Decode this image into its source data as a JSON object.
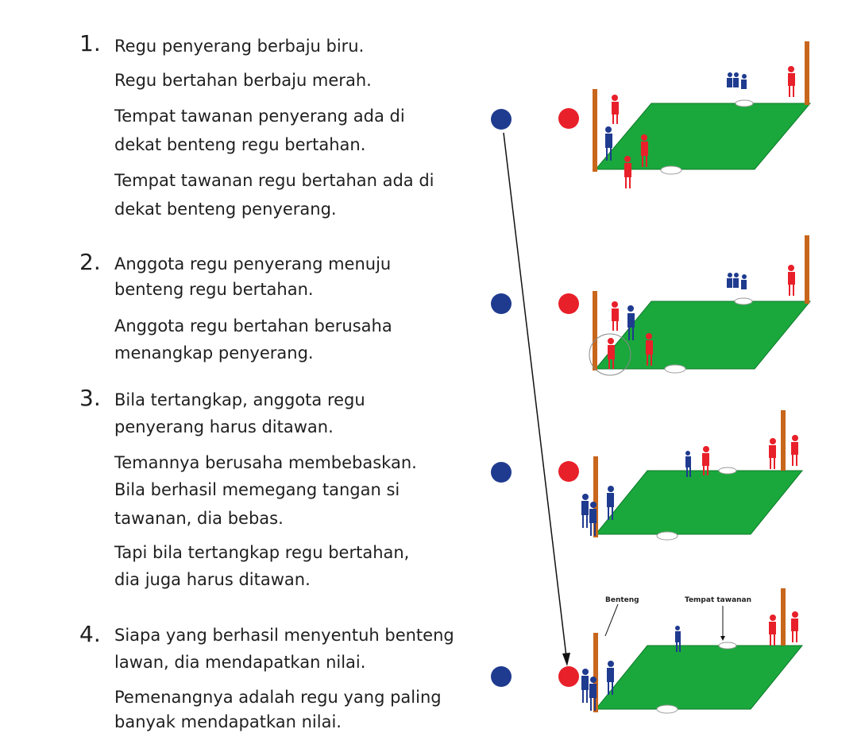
{
  "steps": [
    {
      "number": "1.",
      "paragraphs": [
        [
          "Regu penyerang berbaju biru."
        ],
        [
          "Regu bertahan berbaju merah."
        ],
        [
          "Tempat tawanan penyerang ada di",
          "dekat benteng regu bertahan."
        ],
        [
          "Tempat tawanan regu bertahan ada di",
          "dekat benteng penyerang."
        ]
      ]
    },
    {
      "number": "2.",
      "paragraphs": [
        [
          "Anggota regu penyerang menuju",
          "benteng regu bertahan."
        ],
        [
          "Anggota regu bertahan berusaha",
          "menangkap  penyerang."
        ]
      ]
    },
    {
      "number": "3.",
      "paragraphs": [
        [
          "Bila tertangkap, anggota regu",
          "penyerang harus ditawan."
        ],
        [
          "Temannya berusaha membebaskan.",
          "Bila berhasil memegang tangan si",
          "tawanan, dia bebas."
        ],
        [
          " Tapi bila tertangkap regu bertahan,",
          "dia juga harus ditawan."
        ]
      ]
    },
    {
      "number": "4.",
      "paragraphs": [
        [
          "Siapa yang berhasil menyentuh benteng",
          "lawan, dia mendapatkan nilai."
        ],
        [
          "Pemenangnya adalah regu yang paling",
          "banyak mendapatkan nilai."
        ]
      ]
    }
  ],
  "diagram_labels": {
    "benteng": "Benteng",
    "tempat_tawanan": "Tempat tawanan"
  },
  "colors": {
    "attacker": "#1f3b8f",
    "defender": "#e8202a",
    "field": "#1aa83c",
    "post": "#c8661c"
  }
}
